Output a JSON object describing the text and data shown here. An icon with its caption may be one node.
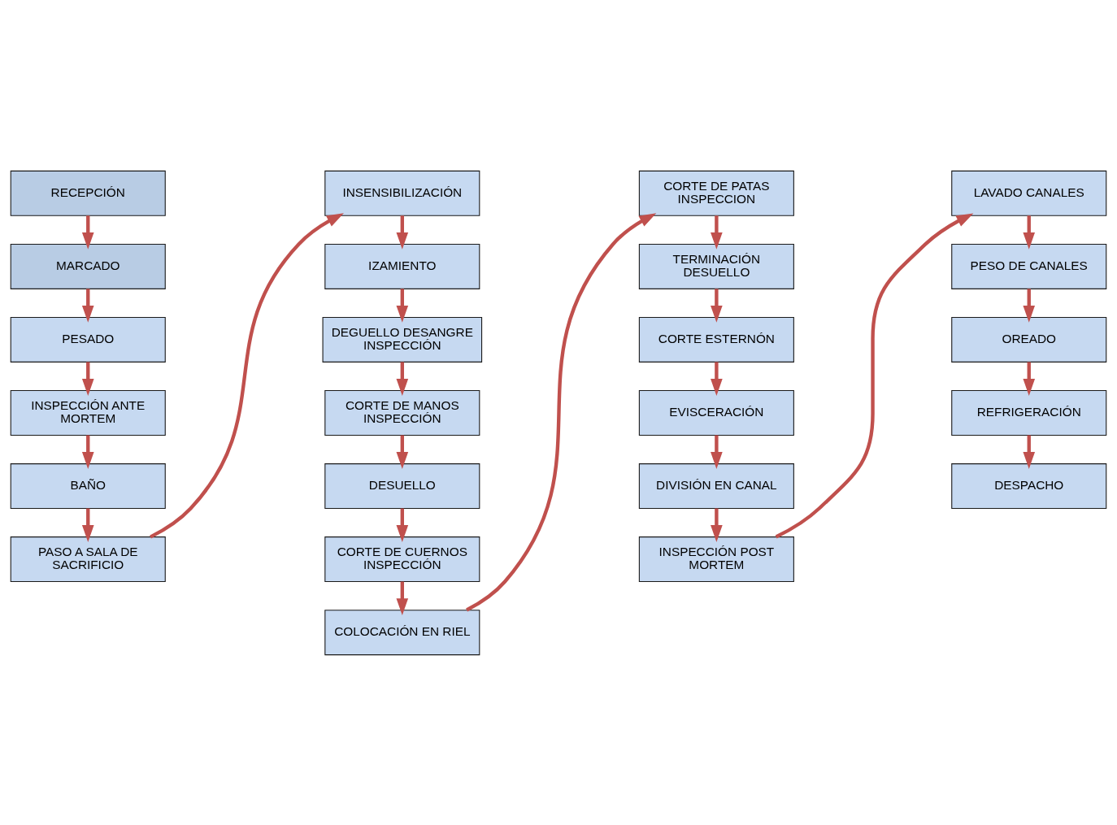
{
  "diagram": {
    "nodes": [
      {
        "text": [
          "RECEPCIÓN"
        ]
      },
      {
        "text": [
          "MARCADO"
        ]
      },
      {
        "text": [
          "PESADO"
        ]
      },
      {
        "text": [
          "INSPECCIÓN ANTE MORTEM"
        ]
      },
      {
        "text": [
          "BAÑO"
        ]
      },
      {
        "text": [
          "PASO A SALA DE SACRIFICIO"
        ]
      },
      {
        "text": [
          "INSENSIBILIZACIÓN"
        ]
      },
      {
        "text": [
          "IZAMIENTO"
        ]
      },
      {
        "text": [
          "DEGUELLO DESANGRE INSPECCIÓN"
        ]
      },
      {
        "text": [
          "CORTE DE MANOS INSPECCIÓN"
        ]
      },
      {
        "text": [
          "DESUELLO"
        ]
      },
      {
        "text": [
          "CORTE DE CUERNOS INSPECCIÓN"
        ]
      },
      {
        "text": [
          "COLOCACIÓN EN RIEL"
        ]
      },
      {
        "text": [
          "CORTE DE PATAS INSPECCION"
        ]
      },
      {
        "text": [
          "TERMINACIÓN DESUELLO"
        ]
      },
      {
        "text": [
          "CORTE ESTERNÓN"
        ]
      },
      {
        "text": [
          "EVISCERACIÓN"
        ]
      },
      {
        "text": [
          "DIVISIÓN EN CANAL"
        ]
      },
      {
        "text": [
          "INSPECCIÓN POST MORTEM"
        ]
      },
      {
        "text": [
          "LAVADO CANALES"
        ]
      },
      {
        "text": [
          "PESO DE CANALES"
        ]
      },
      {
        "text": [
          "OREADO"
        ]
      },
      {
        "text": [
          "REFRIGERACIÓN"
        ]
      },
      {
        "text": [
          "DESPACHO"
        ]
      }
    ],
    "edges": [
      {
        "from": 0,
        "to": 1,
        "arrow": "to"
      },
      {
        "from": 1,
        "to": 2,
        "arrow": "to"
      },
      {
        "from": 2,
        "to": 3,
        "arrow": "to"
      },
      {
        "from": 3,
        "to": 4,
        "arrow": "to"
      },
      {
        "from": 4,
        "to": 5,
        "arrow": "to"
      },
      {
        "from": 5,
        "to": 6,
        "arrow": "to"
      },
      {
        "from": 6,
        "to": 7,
        "arrow": "to"
      },
      {
        "from": 7,
        "to": 8,
        "arrow": "to"
      },
      {
        "from": 8,
        "to": 9,
        "arrow": "to"
      },
      {
        "from": 9,
        "to": 10,
        "arrow": "to"
      },
      {
        "from": 10,
        "to": 11,
        "arrow": "to"
      },
      {
        "from": 11,
        "to": 12,
        "arrow": "to"
      },
      {
        "from": 12,
        "to": 13,
        "arrow": "to"
      },
      {
        "from": 13,
        "to": 14,
        "arrow": "to"
      },
      {
        "from": 14,
        "to": 15,
        "arrow": "to"
      },
      {
        "from": 15,
        "to": 16,
        "arrow": "to"
      },
      {
        "from": 16,
        "to": 17,
        "arrow": "to"
      },
      {
        "from": 17,
        "to": 18,
        "arrow": "to"
      },
      {
        "from": 18,
        "to": 19,
        "arrow": "to"
      },
      {
        "from": 19,
        "to": 20,
        "arrow": "to"
      },
      {
        "from": 20,
        "to": 21,
        "arrow": "to"
      },
      {
        "from": 21,
        "to": 22,
        "arrow": "to"
      },
      {
        "from": 22,
        "to": 23,
        "arrow": "to"
      }
    ]
  }
}
